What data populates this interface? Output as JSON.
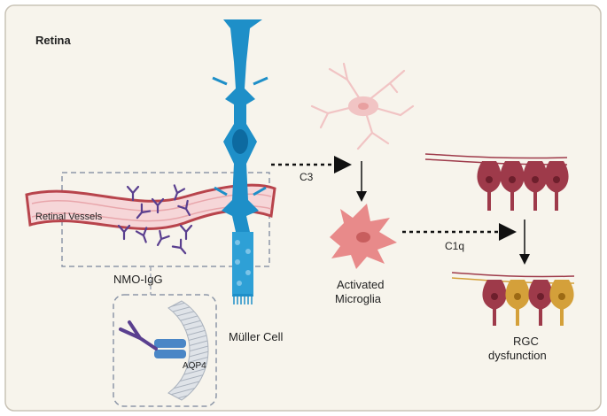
{
  "panel": {
    "title": "Retina",
    "background": "#f7f4ec",
    "border": "#c9c3b6"
  },
  "labels": {
    "retinal_vessels": "Retinal Vessels",
    "nmo_igg": "NMO-IgG",
    "aqp4": "AQP4",
    "muller_cell": "Müller Cell",
    "c3": "C3",
    "c1q": "C1q",
    "activated_microglia_line1": "Activated",
    "activated_microglia_line2": "Microglia",
    "rgc_line1": "RGC",
    "rgc_line2": "dysfunction"
  },
  "colors": {
    "muller": "#1e8fc8",
    "muller_light": "#7cc4e8",
    "vessel": "#b8444c",
    "vessel_fill": "#f6d6d8",
    "antibody": "#5a3f8f",
    "aqp4_channel": "#4a86c6",
    "membrane": "#c8cdd4",
    "microglia_resting": "#f1c4c4",
    "microglia_active": "#e88a8a",
    "neuron": "#9e3a4a",
    "neuron_dys": "#d4a03a",
    "dash_box": "#8d97a8"
  }
}
